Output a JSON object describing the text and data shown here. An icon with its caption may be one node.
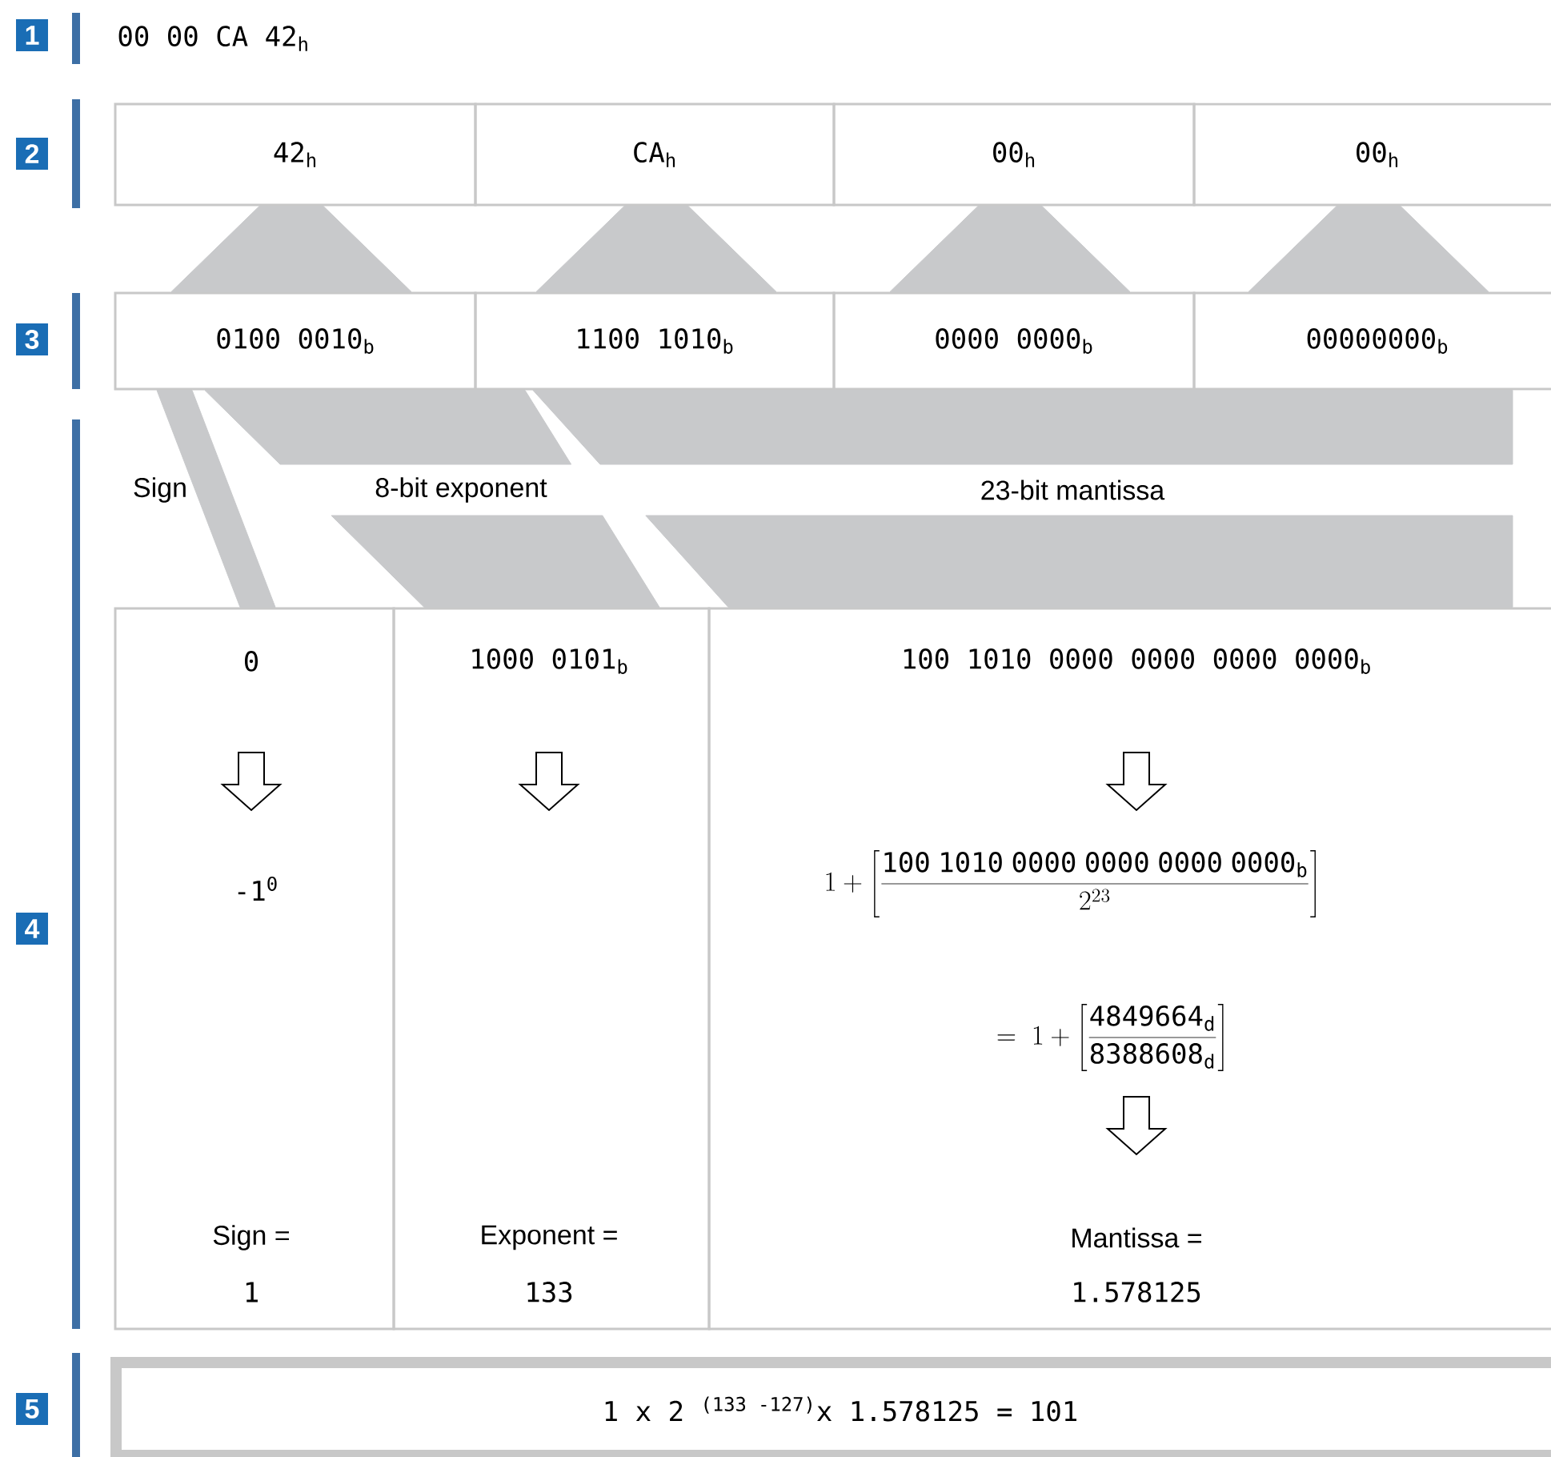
{
  "diagram": {
    "nodes": [
      {
        "text": [
          "42$_{h}$"
        ]
      },
      {
        "text": [
          "CA$_{h}$"
        ]
      },
      {
        "text": [
          "00$_{h}$"
        ]
      },
      {
        "text": [
          "00$_{h}$"
        ]
      },
      {
        "text": [
          "0100 0010$_{b}$"
        ]
      },
      {
        "text": [
          "1100 1010$_{b}$"
        ]
      },
      {
        "text": [
          "0000 0000$_{b}$"
        ]
      },
      {
        "text": [
          "00000000$_{b}$"
        ]
      },
      {
        "text": [
          "0",
          "-1$^{0}$",
          "Sign =",
          "1"
        ]
      },
      {
        "text": [
          "1000 0101$_{b}$",
          "Exponent =",
          "133"
        ]
      },
      {
        "text": [
          "100 1010 0000 0000 0000 0000$_{b}$",
          "1+\\left[\\frac{\\mathtt{100\\ 1010\\ 0000\\ 0000\\ 0000\\ 0000}_{\\mathtt{b}}}{2^{23}}\\right]",
          "=\\ 1+\\left[\\frac{\\mathtt{4849664}_{\\mathtt{d}}}{\\mathtt{8388608}_{\\mathtt{d}}}\\right]",
          "Mantissa =",
          "1.578125"
        ]
      },
      {
        "text": [
          "1 x 2 $^{(133 -127)}$x 1.578125 = 101"
        ]
      }
    ],
    "edges": [
      {
        "from": 0,
        "to": 4,
        "arrow": "none"
      },
      {
        "from": 1,
        "to": 5,
        "arrow": "none"
      },
      {
        "from": 2,
        "to": 6,
        "arrow": "none"
      },
      {
        "from": 3,
        "to": 7,
        "arrow": "none"
      },
      {
        "from": 4,
        "to": 8,
        "arrow": "none"
      },
      {
        "from": 4,
        "to": 9,
        "arrow": "none"
      },
      {
        "from": 5,
        "to": 9,
        "arrow": "none"
      },
      {
        "from": 5,
        "to": 10,
        "arrow": "none"
      },
      {
        "from": 6,
        "to": 10,
        "arrow": "none"
      },
      {
        "from": 7,
        "to": 10,
        "arrow": "none"
      }
    ],
    "labels": [
      "1",
      "00 00 CA 42$_{h}$",
      "2",
      "3",
      "Sign",
      "8-bit exponent",
      "23-bit mantissa",
      "4",
      "5"
    ]
  }
}
